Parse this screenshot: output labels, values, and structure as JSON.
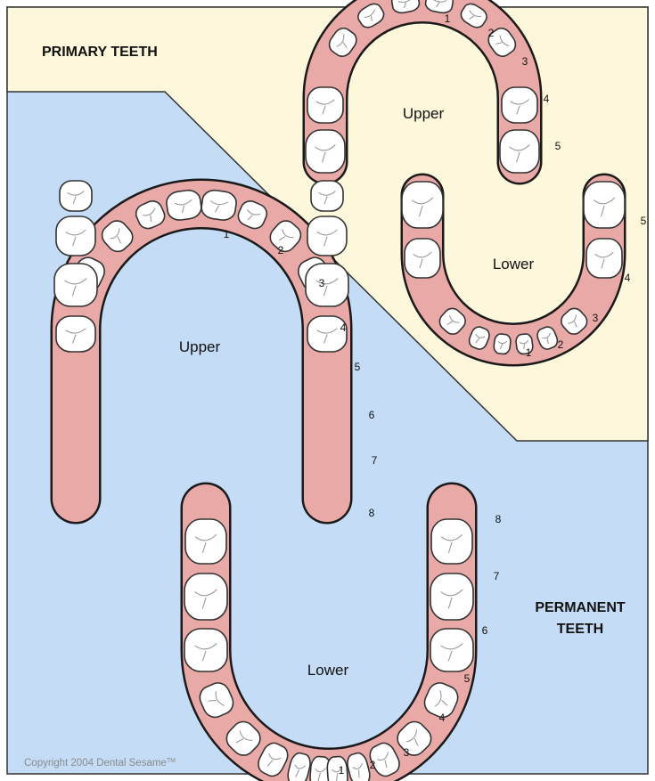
{
  "primary": {
    "heading": "PRIMARY TEETH",
    "upper_label": "Upper",
    "lower_label": "Lower",
    "upper_numbers": [
      "1",
      "2",
      "3",
      "4",
      "5"
    ],
    "lower_numbers": [
      "1",
      "2",
      "3",
      "4",
      "5"
    ]
  },
  "permanent": {
    "heading_line1": "PERMANENT",
    "heading_line2": "TEETH",
    "upper_label": "Upper",
    "lower_label": "Lower",
    "upper_numbers": [
      "1",
      "2",
      "3",
      "4",
      "5",
      "6",
      "7",
      "8"
    ],
    "lower_numbers": [
      "1",
      "2",
      "3",
      "4",
      "5",
      "6",
      "7",
      "8"
    ]
  },
  "copyright": "Copyright 2004 Dental Sesame",
  "copyright_tm": "TM",
  "colors": {
    "primary_bg": "#fdf7dc",
    "permanent_bg": "#c5dcf6",
    "gum": "#e9aaa7"
  }
}
